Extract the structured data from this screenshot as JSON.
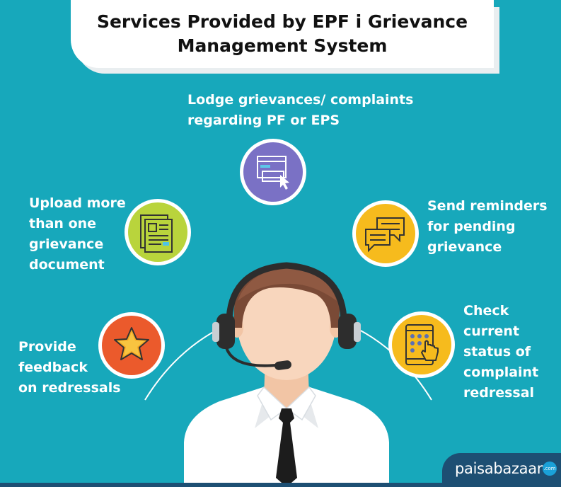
{
  "title": {
    "line1": "Services Provided by EPF i Grievance",
    "line2": "Management System"
  },
  "services": {
    "lodge": "Lodge grievances/ complaints\nregarding PF or EPS",
    "upload": "Upload more\nthan one\ngrievance\ndocument",
    "reminders": "Send reminders\nfor pending\ngrievance",
    "feedback": "Provide\nfeedback\non redressals",
    "status": "Check\ncurrent\nstatus of\ncomplaint\nredressal"
  },
  "icons": {
    "lodge": "form-cursor-icon",
    "upload": "documents-icon",
    "reminders": "chat-bubbles-icon",
    "feedback": "star-icon",
    "status": "tablet-touch-icon",
    "center": "support-agent-headset-icon"
  },
  "colors": {
    "background": "#17a8bb",
    "lodge": "#7a71c5",
    "upload": "#b9d43c",
    "reminders": "#f6bb1d",
    "feedback": "#eb5a2c",
    "status": "#f6bb1d",
    "brand": "#1d4f73"
  },
  "brand": {
    "name": "paisabazaar",
    "suffix": ".com"
  }
}
